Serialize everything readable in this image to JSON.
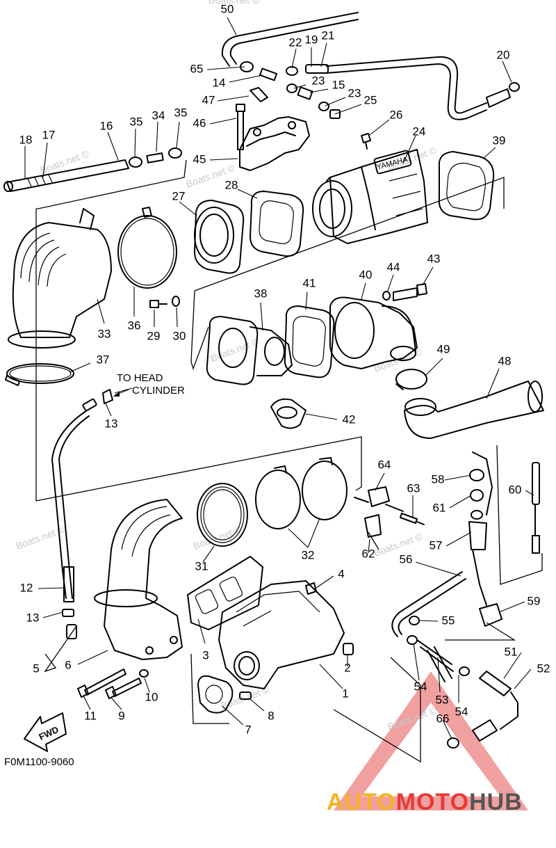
{
  "figure_code": "F0M1100-9060",
  "annotation": {
    "line1": "TO HEAD",
    "line2": "CYLINDER"
  },
  "fwd_label": "FWD",
  "yamaha_label": "YAMAHA",
  "watermark": "Boats.net ©",
  "logo": {
    "part1": "AUTO",
    "part2": "MOTO",
    "part3": "HUB",
    "color1": "#f5b324",
    "color2": "#e53935",
    "color3": "#555555"
  },
  "callouts": [
    "50",
    "22",
    "19",
    "21",
    "65",
    "14",
    "23",
    "15",
    "20",
    "47",
    "23",
    "25",
    "46",
    "26",
    "45",
    "24",
    "16",
    "35",
    "34",
    "35",
    "18",
    "17",
    "39",
    "27",
    "28",
    "33",
    "36",
    "29",
    "30",
    "38",
    "41",
    "40",
    "44",
    "43",
    "37",
    "13",
    "49",
    "48",
    "42",
    "64",
    "58",
    "63",
    "60",
    "61",
    "31",
    "32",
    "62",
    "57",
    "56",
    "12",
    "4",
    "59",
    "13",
    "55",
    "3",
    "5",
    "6",
    "2",
    "51",
    "52",
    "1",
    "54",
    "53",
    "54",
    "11",
    "9",
    "10",
    "8",
    "66",
    "7"
  ]
}
